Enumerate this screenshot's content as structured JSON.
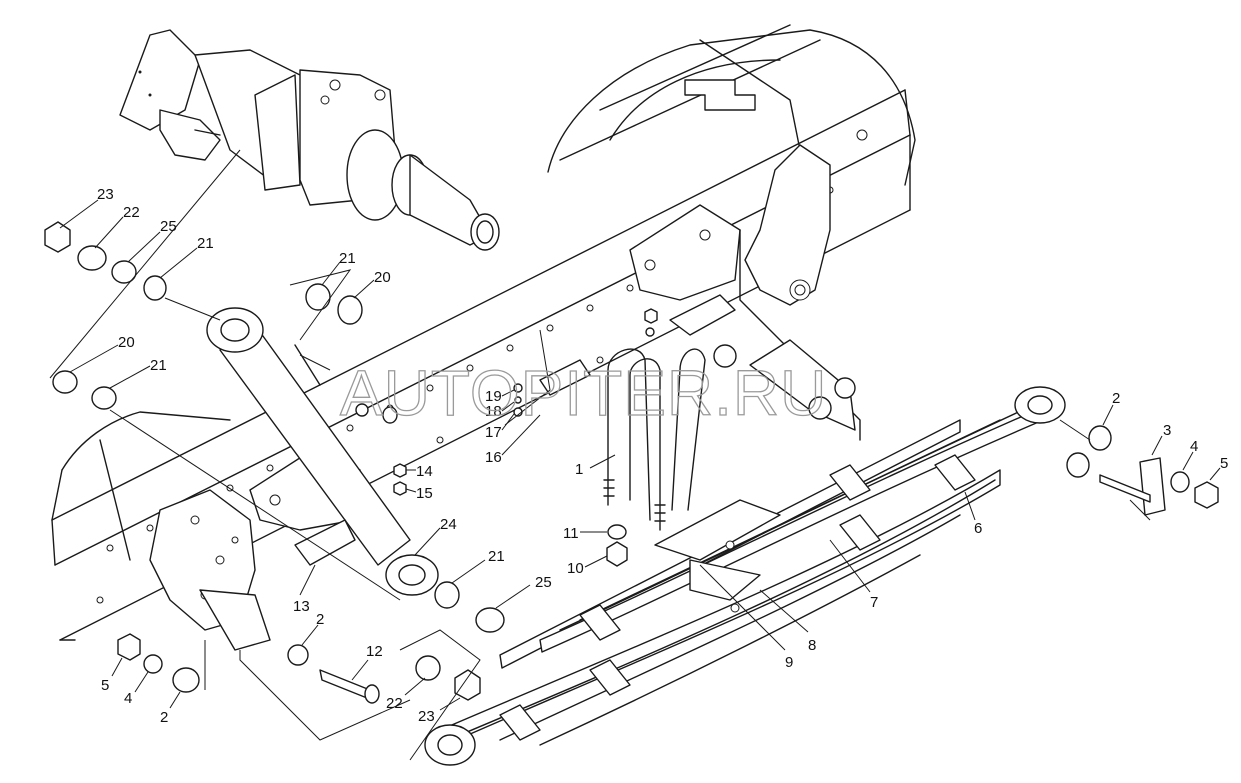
{
  "watermark": "AUTOPITER.RU",
  "callouts": [
    "23",
    "22",
    "25",
    "21",
    "21",
    "20",
    "20",
    "21",
    "19",
    "18",
    "17",
    "16",
    "1",
    "14",
    "15",
    "24",
    "11",
    "10",
    "13",
    "21",
    "25",
    "2",
    "12",
    "22",
    "23",
    "5",
    "4",
    "2",
    "2",
    "3",
    "4",
    "5",
    "6",
    "7",
    "8",
    "9"
  ]
}
